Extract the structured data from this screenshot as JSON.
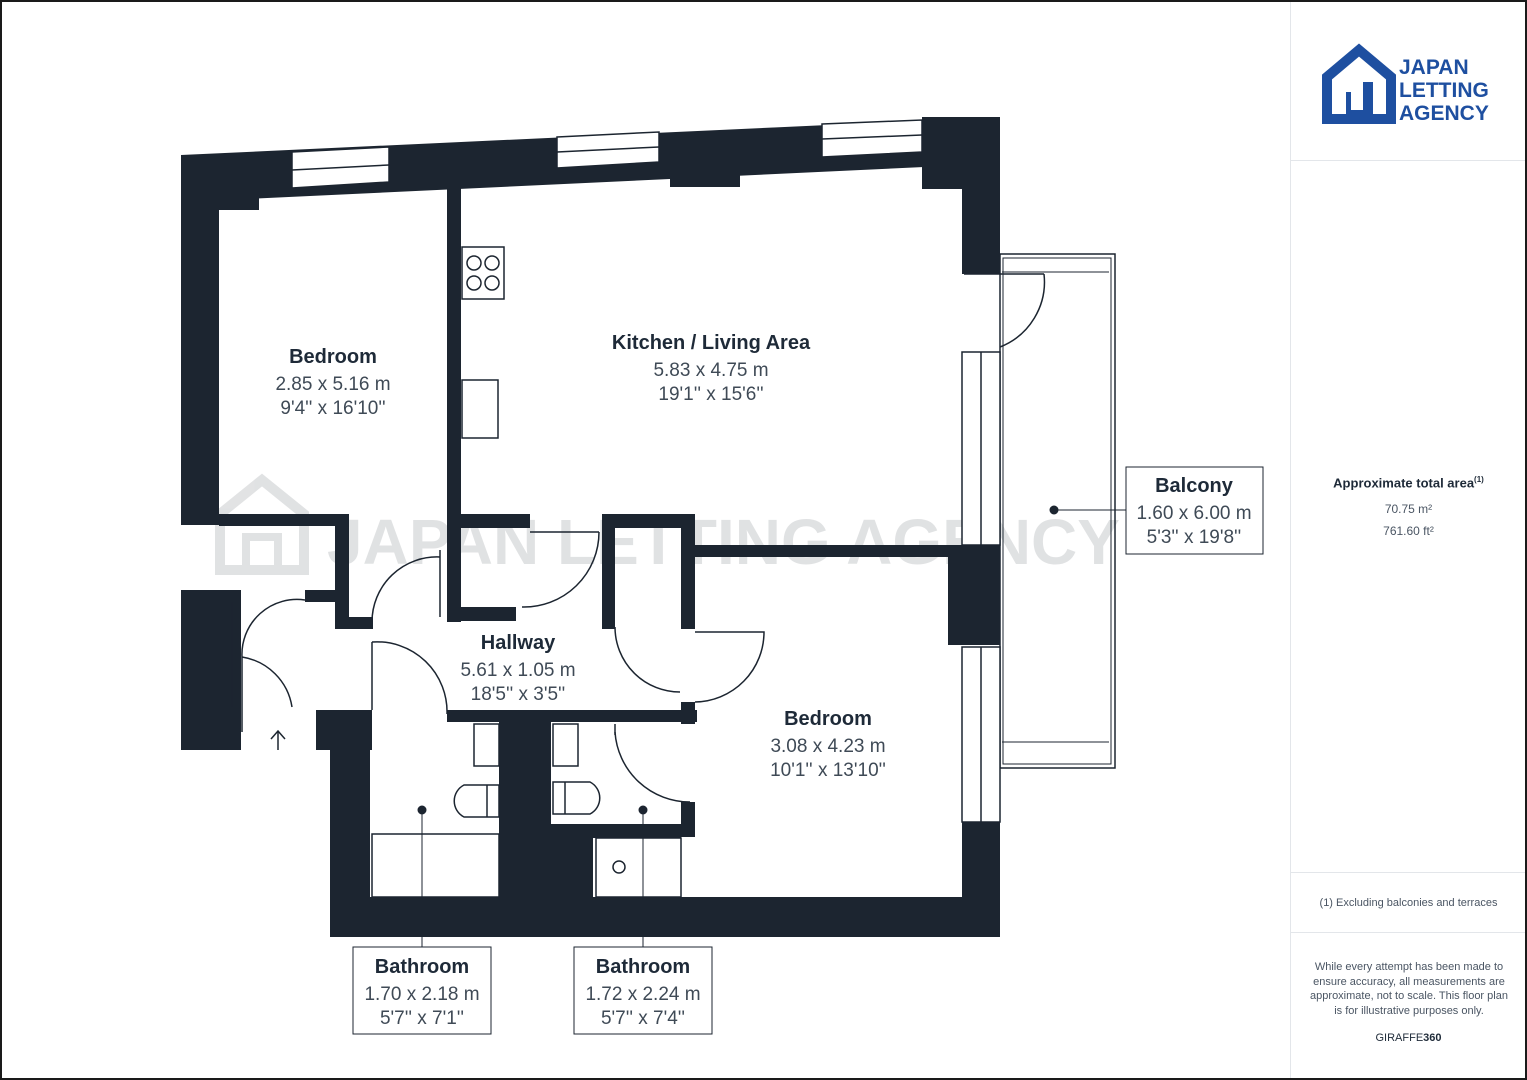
{
  "rooms": [
    {
      "name": "Bedroom",
      "metric": "2.85 x 5.16 m",
      "imperial": "9'4'' x 16'10''"
    },
    {
      "name": "Kitchen / Living Area",
      "metric": "5.83 x 4.75 m",
      "imperial": "19'1'' x 15'6''"
    },
    {
      "name": "Hallway",
      "metric": "5.61 x 1.05 m",
      "imperial": "18'5'' x 3'5''"
    },
    {
      "name": "Bedroom",
      "metric": "3.08 x 4.23 m",
      "imperial": "10'1'' x 13'10''"
    },
    {
      "name": "Balcony",
      "metric": "1.60 x 6.00 m",
      "imperial": "5'3'' x 19'8''"
    },
    {
      "name": "Bathroom",
      "metric": "1.70 x 2.18 m",
      "imperial": "5'7'' x 7'1''"
    },
    {
      "name": "Bathroom",
      "metric": "1.72 x 2.24 m",
      "imperial": "5'7'' x 7'4''"
    }
  ],
  "watermark": "JAPAN LETTING AGENCY",
  "logo": {
    "line1": "JAPAN",
    "line2": "LETTING",
    "line3": "AGENCY",
    "icon": "house-logo-icon",
    "color": "#1e4fa0"
  },
  "area": {
    "label": "Approximate total area",
    "superscript": "(1)",
    "metric": "70.75 m²",
    "imperial": "761.60 ft²"
  },
  "footnote": "(1) Excluding balconies and terraces",
  "disclaimer": "While every attempt has been made to ensure accuracy, all measurements are approximate, not to scale. This floor plan is for illustrative purposes only.",
  "brand": {
    "prefix": "GIRAFFE",
    "suffix": "360"
  },
  "colors": {
    "wall": "#1c2530",
    "accent": "#1e4fa0",
    "text": "#1e2a38"
  }
}
